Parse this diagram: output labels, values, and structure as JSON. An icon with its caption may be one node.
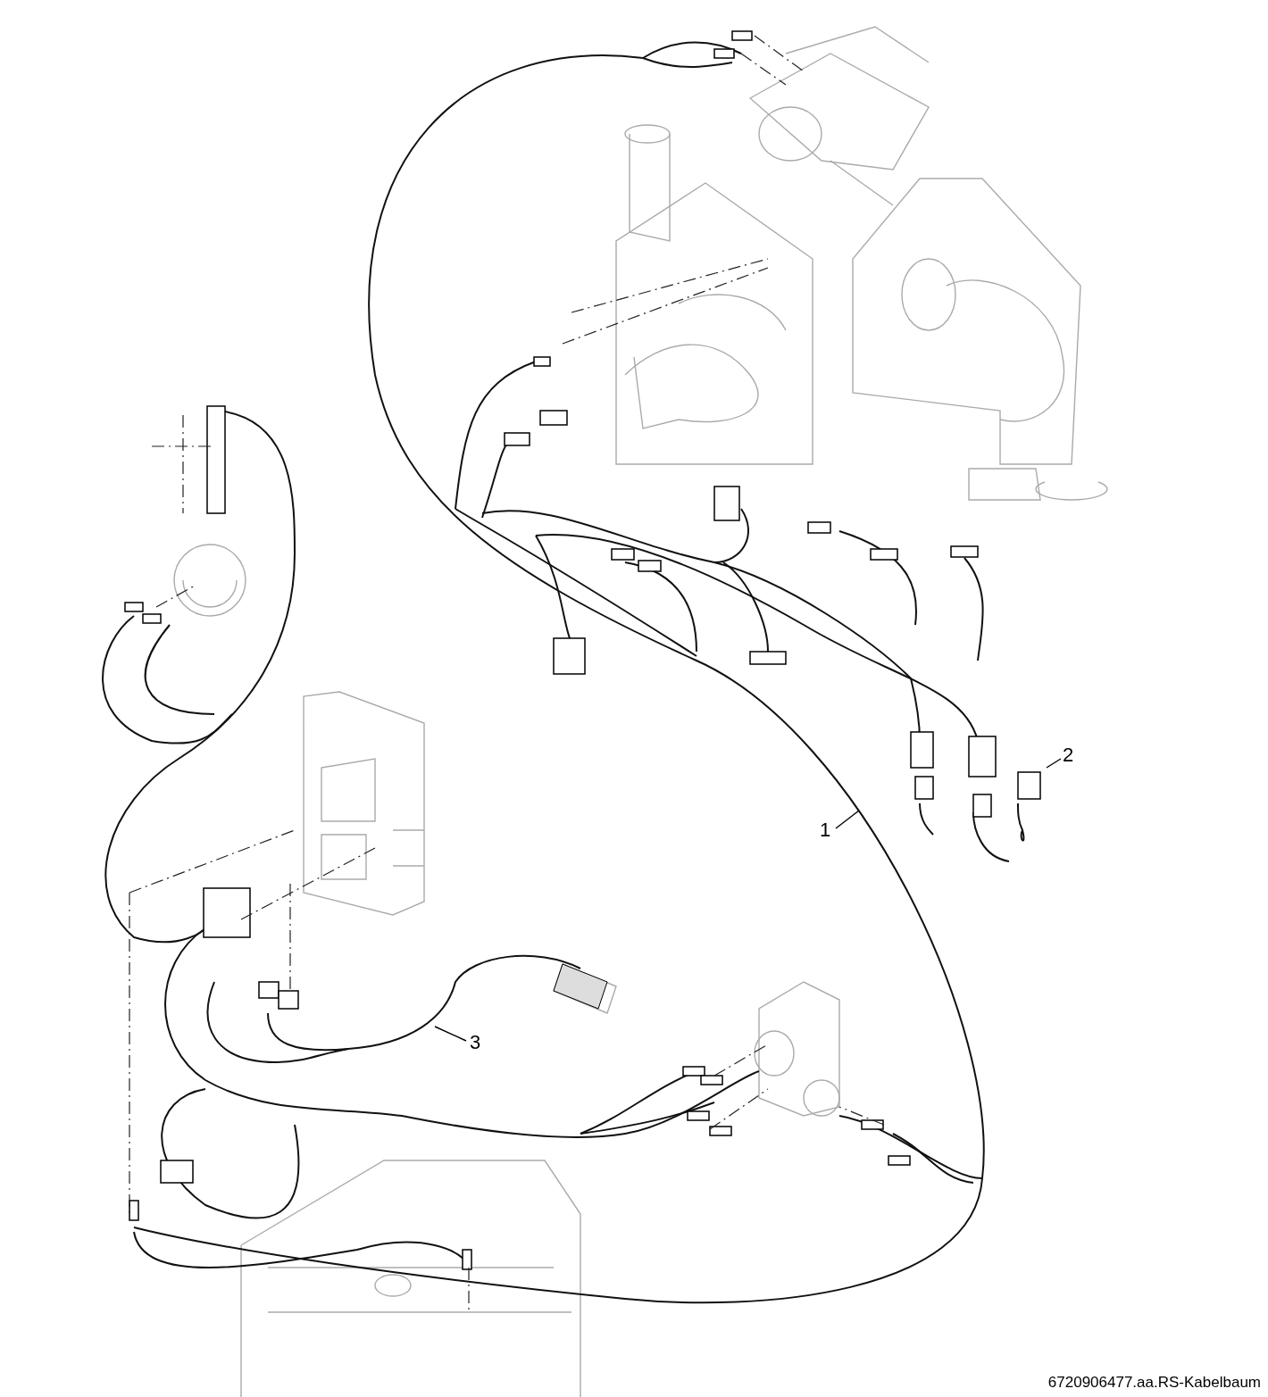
{
  "diagram": {
    "caption": "6720906477.aa.RS-Kabelbaum",
    "nodes": [
      {
        "text": [
          "1"
        ]
      },
      {
        "text": [
          "2"
        ]
      },
      {
        "text": [
          "3"
        ]
      }
    ],
    "edges": [
      {
        "from": 0,
        "to": null,
        "arrow": "none"
      },
      {
        "from": 1,
        "to": null,
        "arrow": "none"
      },
      {
        "from": 2,
        "to": null,
        "arrow": "none"
      }
    ]
  }
}
